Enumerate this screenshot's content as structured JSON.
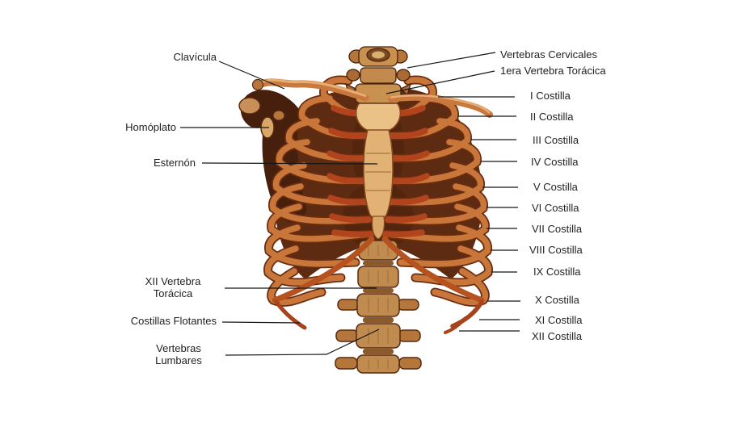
{
  "labels": {
    "clavicula": "Clavícula",
    "homoplato": "Homóplato",
    "esternon": "Esternón",
    "xii_vertebra_toracica": "XII Vertebra\nTorácica",
    "costillas_flotantes": "Costillas Flotantes",
    "vertebras_lumbares": "Vertebras\nLumbares",
    "vertebras_cervicales": "Vertebras Cervicales",
    "primera_vertebra_toracica": "1era Vertebra Torácica",
    "costillas": [
      "I Costilla",
      "II Costilla",
      "III Costilla",
      "IV Costilla",
      "V Costilla",
      "VI Costilla",
      "VII Costilla",
      "VIII Costilla",
      "IX Costilla",
      "X Costilla",
      "XI Costilla",
      "XII Costilla"
    ]
  },
  "colors": {
    "background": "#ffffff",
    "label_text": "#222222",
    "leader_line": "#161616",
    "rib_orange": "#c9763a",
    "rib_shadow": "#6b2c10",
    "cartilage_red": "#b2441d",
    "interior_brown": "#5d2b11",
    "sternum_light": "#eac187",
    "vertebra_tan": "#c08b4f"
  }
}
